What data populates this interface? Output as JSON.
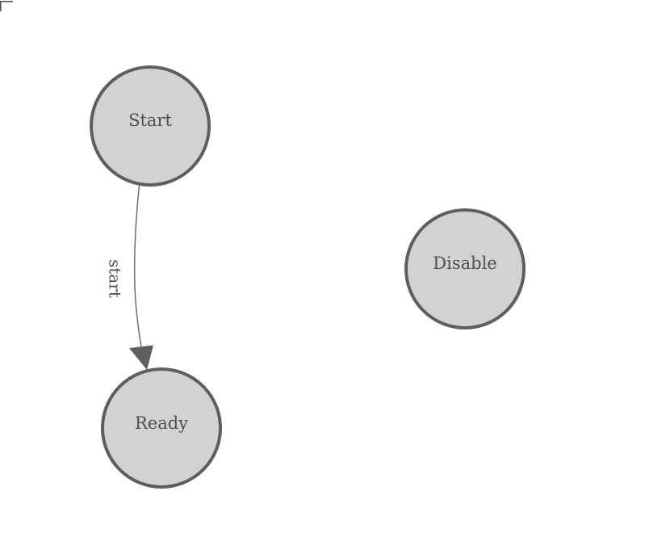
{
  "diagram": {
    "type": "state-machine-graph",
    "nodes": [
      {
        "id": "start",
        "label": "Start"
      },
      {
        "id": "ready",
        "label": "Ready"
      },
      {
        "id": "disable",
        "label": "Disable"
      }
    ],
    "edges": [
      {
        "source": "Start",
        "target": "Ready",
        "label": "start",
        "label_rotation_deg": 90
      }
    ],
    "icons": {
      "edge_arrowhead": "filled-triangle-pointing-down",
      "corner_mark": "top-left-L-bracket"
    },
    "colors": {
      "background": "#ffffff",
      "node_fill": "#d2d2d2",
      "node_stroke": "#5e5e5e",
      "node_text": "#4f4f4f",
      "edge_stroke": "#6e6e6e",
      "arrow_fill": "#5e5e5e",
      "edge_label_text": "#4f4f4f",
      "corner_mark": "#555555"
    }
  }
}
